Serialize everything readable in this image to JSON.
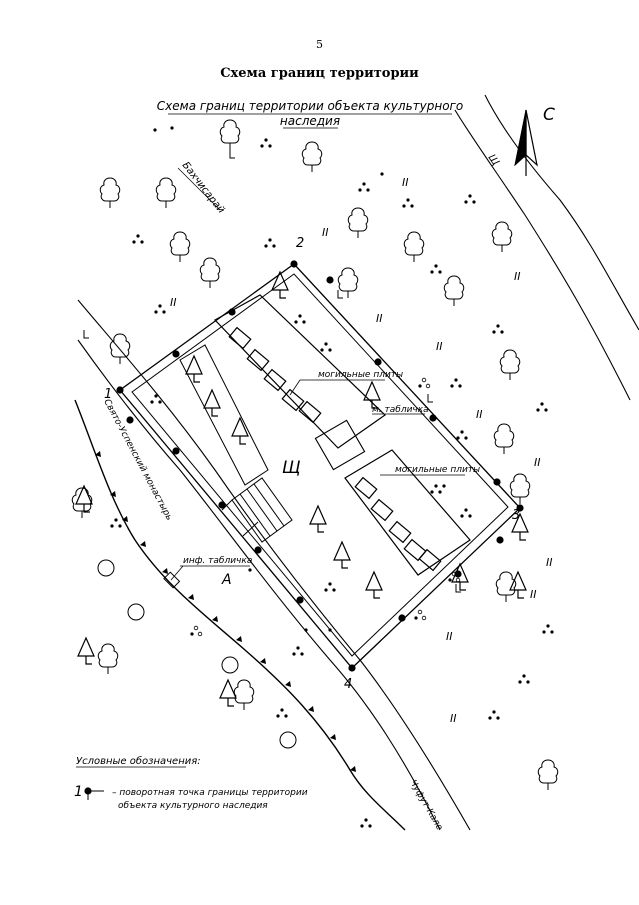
{
  "page": {
    "number": "5",
    "title": "Схема границ территории"
  },
  "map": {
    "title_line1": "Схема границ территории объекта культурного",
    "title_line2": "наследия",
    "north_label": "С",
    "points": [
      "1",
      "2",
      "3",
      "4"
    ],
    "labels": {
      "bakhchisaray": "Бахчисарай",
      "monastery": "Свято-Успенский монастырь",
      "chufut_kale": "Чуфут-Кале",
      "graves_1": "могильные плиты",
      "graves_2": "могильные плиты",
      "m_sign": "м. табличка",
      "info_sign": "инф. табличка",
      "zone_a": "А",
      "zone_shch": "Щ",
      "zone_shch_top": "Щ",
      "zone_ii": "II"
    },
    "legend": {
      "title": "Условные обозначения:",
      "number": "1",
      "text_line1": "– поворотная точка границы территории",
      "text_line2": "объекта культурного наследия"
    }
  }
}
